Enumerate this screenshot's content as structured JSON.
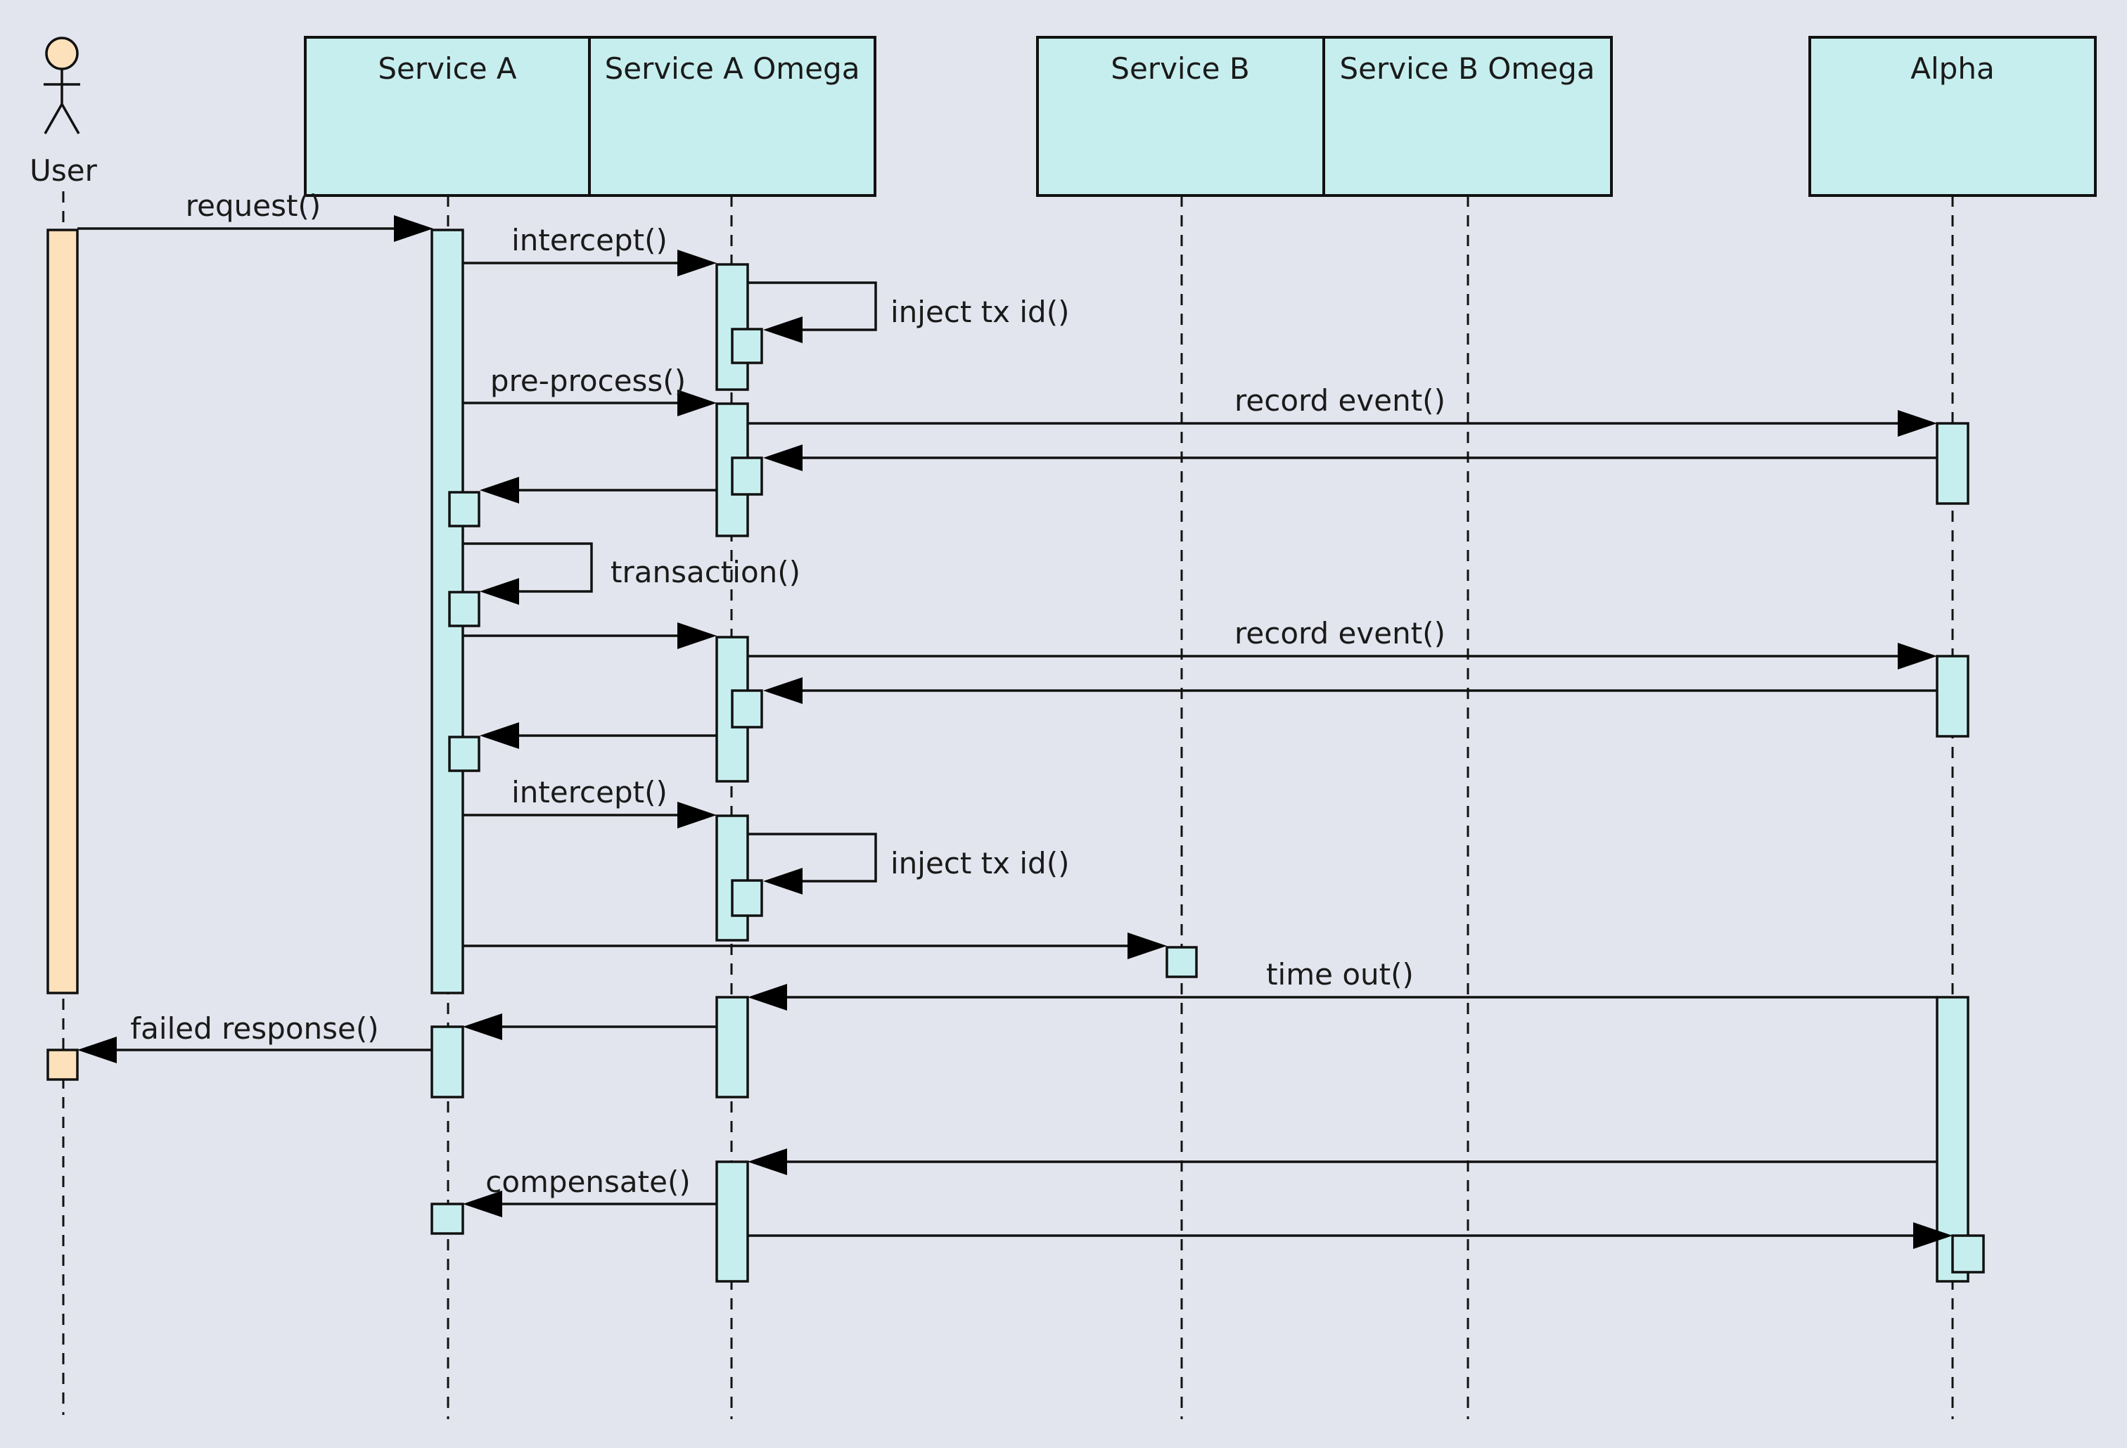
{
  "actor": {
    "name": "User"
  },
  "participants": [
    {
      "id": "svc-a",
      "name": "Service A"
    },
    {
      "id": "svc-a-omega",
      "name": "Service A Omega"
    },
    {
      "id": "svc-b",
      "name": "Service B"
    },
    {
      "id": "svc-b-omega",
      "name": "Service B Omega"
    },
    {
      "id": "alpha",
      "name": "Alpha"
    }
  ],
  "messages": [
    {
      "id": "request",
      "label": "request()"
    },
    {
      "id": "intercept-1",
      "label": "intercept()"
    },
    {
      "id": "inject-tx-id-1",
      "label": "inject tx id()"
    },
    {
      "id": "pre-process",
      "label": "pre-process()"
    },
    {
      "id": "record-event-1",
      "label": "record event()"
    },
    {
      "id": "transaction",
      "label": "transaction()"
    },
    {
      "id": "record-event-2",
      "label": "record event()"
    },
    {
      "id": "intercept-2",
      "label": "intercept()"
    },
    {
      "id": "inject-tx-id-2",
      "label": "inject tx id()"
    },
    {
      "id": "time-out",
      "label": "time out()"
    },
    {
      "id": "failed-response",
      "label": "failed response()"
    },
    {
      "id": "compensate",
      "label": "compensate()"
    }
  ]
}
